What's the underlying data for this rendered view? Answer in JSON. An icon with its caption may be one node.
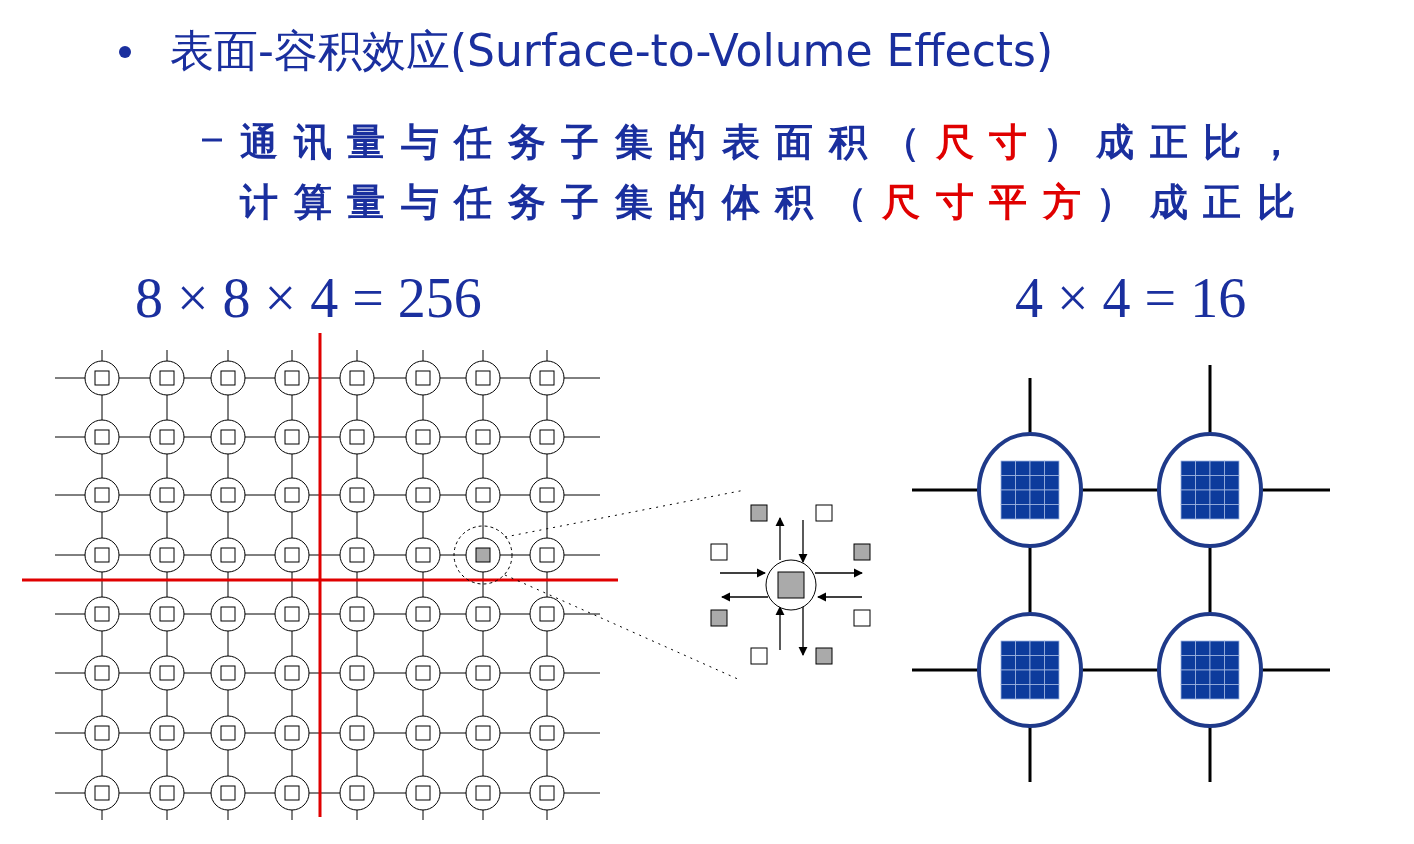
{
  "diagram": {
    "title": "表面-容积效应(Surface-to-Volume Effects)",
    "labels": [
      "通讯量与任务子集的表面积（**尺寸**）成正比，计算量与任务子集的体积（**尺寸平方**）成正比",
      "8 × 8 × 4 = 256",
      "4 × 4 = 16"
    ]
  }
}
